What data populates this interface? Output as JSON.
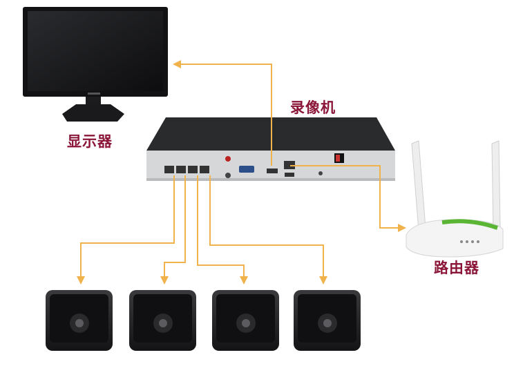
{
  "labels": {
    "monitor": "显示器",
    "nvr": "录像机",
    "router": "路由器"
  },
  "colors": {
    "connection_line": "#f0b24a",
    "label_text": "#8a1538",
    "device_dark": "#1e1e20",
    "device_front": "#d9dadc"
  },
  "icons": {
    "monitor": "monitor-icon",
    "nvr": "nvr-box-icon",
    "router": "router-icon",
    "camera": "bullet-camera-icon"
  },
  "cameras": [
    {
      "id": 1
    },
    {
      "id": 2
    },
    {
      "id": 3
    },
    {
      "id": 4
    }
  ]
}
